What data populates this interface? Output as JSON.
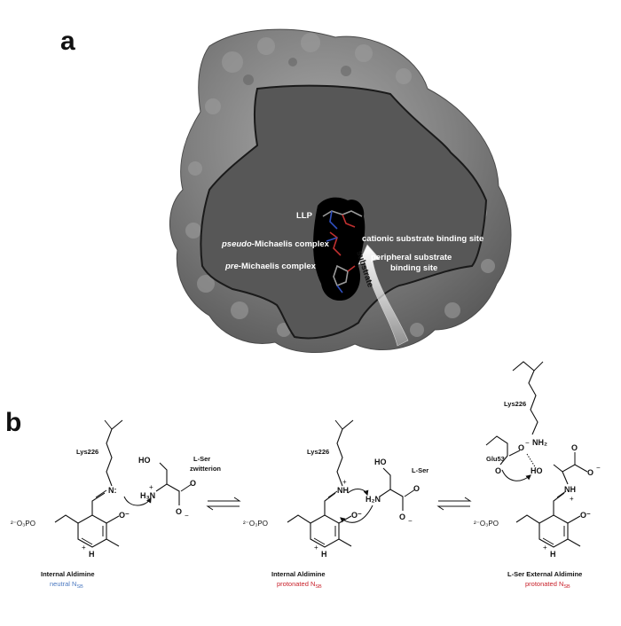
{
  "panel_a": {
    "letter": "a",
    "labels": {
      "llp": "LLP",
      "pseudo_italic": "pseudo",
      "pseudo_rest": "-Michaelis complex",
      "pre_italic": "pre",
      "pre_rest": "-Michaelis complex",
      "cationic": "cationic substrate binding site",
      "peripheral_1": "peripheral substrate",
      "peripheral_2": "binding site",
      "substrate": "substrate"
    }
  },
  "panel_b": {
    "letter": "b",
    "structures": [
      {
        "lys": "Lys226",
        "substrate_name_1": "L-Ser",
        "substrate_name_2": "zwitterion",
        "caption": "Internal Aldimine",
        "subcaption": "neutral N",
        "subcaption_sub": "SB"
      },
      {
        "lys": "Lys226",
        "substrate_name_1": "L-Ser",
        "caption": "Internal Aldimine",
        "subcaption": "protonated N",
        "subcaption_sub": "SB"
      },
      {
        "lys": "Lys226",
        "glu": "Glu53",
        "caption": "L-Ser External Aldimine",
        "subcaption": "protonated N",
        "subcaption_sub": "SB"
      }
    ],
    "atoms": {
      "phosphate": "²⁻O₃PO",
      "n_h": "H",
      "n_plus": "+",
      "o_minus": "O⁻",
      "ho": "HO",
      "h3n": "H₃N",
      "h2n": "H₂N",
      "nh2": "NH₂",
      "nh": "NH",
      "n_colon": "N:",
      "n": "N",
      "o": "O",
      "plus": "+",
      "minus": "−",
      "h": "H"
    }
  },
  "colors": {
    "neutral": "#4a78c0",
    "protonated": "#c8202a",
    "protein_surface": "#7a7a7a",
    "cut_face": "#555555"
  }
}
